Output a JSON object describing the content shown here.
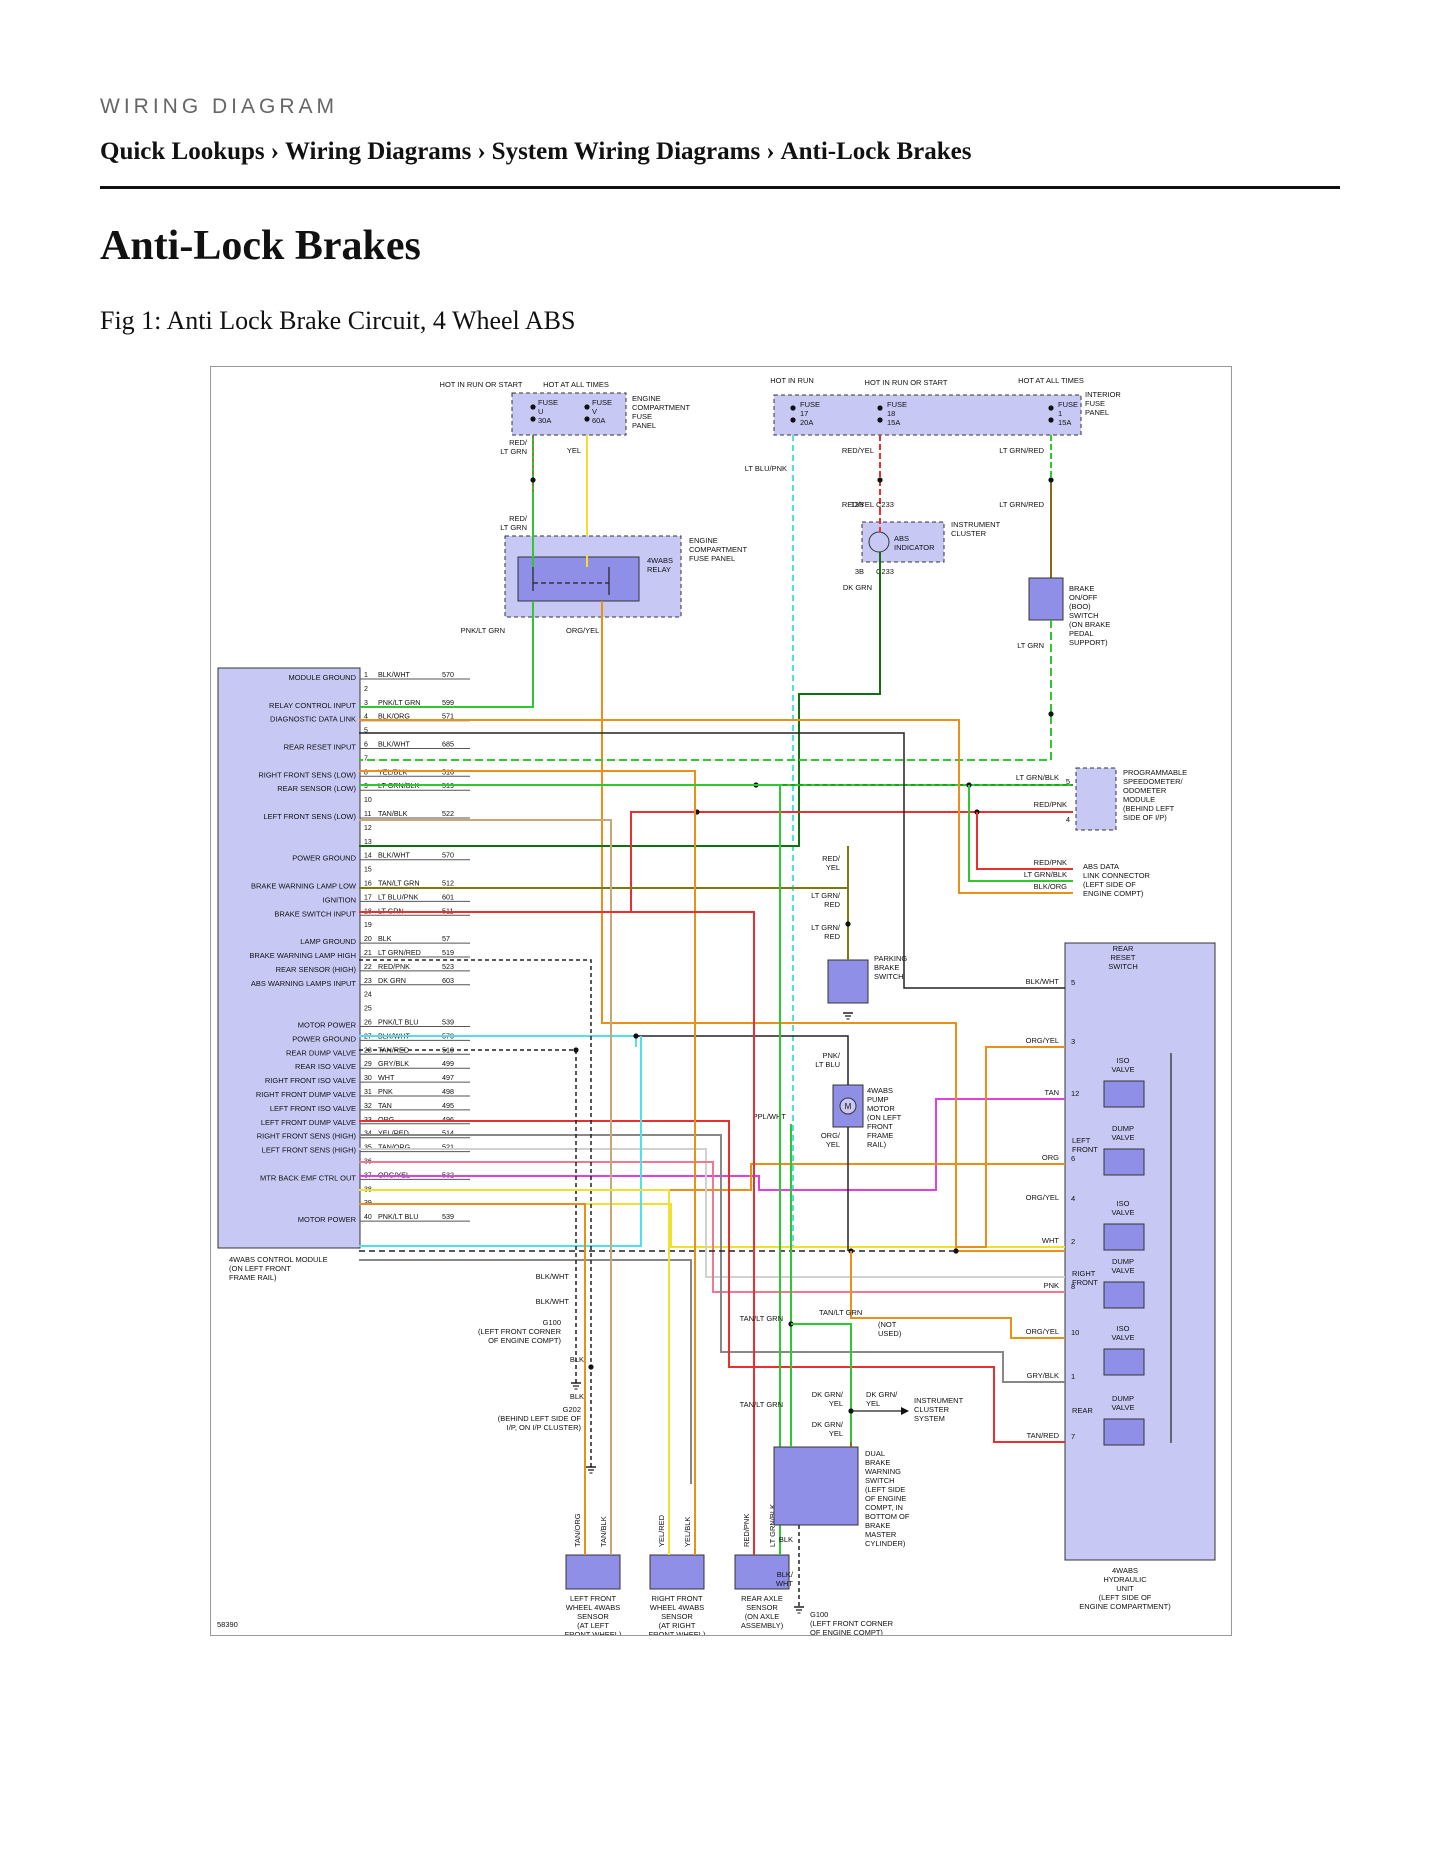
{
  "header": {
    "kicker": "WIRING DIAGRAM",
    "breadcrumb": [
      "Quick Lookups",
      "Wiring Diagrams",
      "System Wiring Diagrams",
      "Anti-Lock Brakes"
    ],
    "separator": "›"
  },
  "page_title": "Anti-Lock Brakes",
  "figure_caption": "Fig 1: Anti Lock Brake Circuit, 4 Wheel ABS",
  "figure_number": "58390",
  "colors": {
    "component_fill": "#c8c8f5",
    "component_dark": "#8f8fe8",
    "wire_red": "#e83030",
    "wire_yellow": "#f0e030",
    "wire_green": "#30c830",
    "wire_dkgreen": "#107010",
    "wire_cyan": "#50e0e8",
    "wire_orange": "#e89018",
    "wire_tan": "#c8a878",
    "wire_magenta": "#e040e0",
    "wire_black": "#222222",
    "wire_gray": "#888888",
    "wire_pink": "#f07890"
  },
  "fuse_panels": {
    "engine": {
      "hot_labels": [
        "HOT IN RUN OR START",
        "HOT AT ALL TIMES"
      ],
      "fuses": [
        {
          "name": "FUSE",
          "id": "U",
          "amps": "30A"
        },
        {
          "name": "FUSE",
          "id": "V",
          "amps": "60A"
        }
      ],
      "label": [
        "ENGINE",
        "COMPARTMENT",
        "FUSE",
        "PANEL"
      ]
    },
    "interior": {
      "hot_labels": [
        "HOT IN RUN",
        "HOT IN RUN OR START",
        "HOT AT ALL TIMES"
      ],
      "fuses": [
        {
          "name": "FUSE",
          "id": "17",
          "amps": "20A"
        },
        {
          "name": "FUSE",
          "id": "18",
          "amps": "15A"
        },
        {
          "name": "FUSE",
          "id": "1",
          "amps": "15A"
        }
      ],
      "label": [
        "INTERIOR",
        "FUSE",
        "PANEL"
      ]
    }
  },
  "module": {
    "label": [
      "4WABS CONTROL MODULE",
      "(ON LEFT FRONT",
      "FRAME RAIL)"
    ],
    "pins": [
      {
        "pin": "1",
        "function": "MODULE GROUND",
        "color": "BLK/WHT",
        "circuit": "570"
      },
      {
        "pin": "2",
        "function": "",
        "color": "",
        "circuit": ""
      },
      {
        "pin": "3",
        "function": "RELAY CONTROL INPUT",
        "color": "PNK/LT GRN",
        "circuit": "599"
      },
      {
        "pin": "4",
        "function": "DIAGNOSTIC DATA LINK",
        "color": "BLK/ORG",
        "circuit": "571"
      },
      {
        "pin": "5",
        "function": "",
        "color": "",
        "circuit": ""
      },
      {
        "pin": "6",
        "function": "REAR RESET INPUT",
        "color": "BLK/WHT",
        "circuit": "685"
      },
      {
        "pin": "7",
        "function": "",
        "color": "",
        "circuit": ""
      },
      {
        "pin": "8",
        "function": "RIGHT FRONT SENS (LOW)",
        "color": "YEL/BLK",
        "circuit": "516"
      },
      {
        "pin": "9",
        "function": "REAR SENSOR (LOW)",
        "color": "LT GRN/BLK",
        "circuit": "519"
      },
      {
        "pin": "10",
        "function": "",
        "color": "",
        "circuit": ""
      },
      {
        "pin": "11",
        "function": "LEFT FRONT SENS (LOW)",
        "color": "TAN/BLK",
        "circuit": "522"
      },
      {
        "pin": "12",
        "function": "",
        "color": "",
        "circuit": ""
      },
      {
        "pin": "13",
        "function": "",
        "color": "",
        "circuit": ""
      },
      {
        "pin": "14",
        "function": "POWER GROUND",
        "color": "BLK/WHT",
        "circuit": "570"
      },
      {
        "pin": "15",
        "function": "",
        "color": "",
        "circuit": ""
      },
      {
        "pin": "16",
        "function": "BRAKE WARNING LAMP LOW",
        "color": "TAN/LT GRN",
        "circuit": "512"
      },
      {
        "pin": "17",
        "function": "IGNITION",
        "color": "LT BLU/PNK",
        "circuit": "601"
      },
      {
        "pin": "18",
        "function": "BRAKE SWITCH INPUT",
        "color": "LT GRN",
        "circuit": "511"
      },
      {
        "pin": "19",
        "function": "",
        "color": "",
        "circuit": ""
      },
      {
        "pin": "20",
        "function": "LAMP GROUND",
        "color": "BLK",
        "circuit": "57"
      },
      {
        "pin": "21",
        "function": "BRAKE WARNING LAMP HIGH",
        "color": "LT GRN/RED",
        "circuit": "519"
      },
      {
        "pin": "22",
        "function": "REAR SENSOR (HIGH)",
        "color": "RED/PNK",
        "circuit": "523"
      },
      {
        "pin": "23",
        "function": "ABS WARNING LAMPS INPUT",
        "color": "DK GRN",
        "circuit": "603"
      },
      {
        "pin": "24",
        "function": "",
        "color": "",
        "circuit": ""
      },
      {
        "pin": "25",
        "function": "",
        "color": "",
        "circuit": ""
      },
      {
        "pin": "26",
        "function": "MOTOR POWER",
        "color": "PNK/LT BLU",
        "circuit": "539"
      },
      {
        "pin": "27",
        "function": "POWER GROUND",
        "color": "BLK/WHT",
        "circuit": "570"
      },
      {
        "pin": "28",
        "function": "REAR DUMP VALVE",
        "color": "TAN/RED",
        "circuit": "510"
      },
      {
        "pin": "29",
        "function": "REAR ISO VALVE",
        "color": "GRY/BLK",
        "circuit": "499"
      },
      {
        "pin": "30",
        "function": "RIGHT FRONT ISO VALVE",
        "color": "WHT",
        "circuit": "497"
      },
      {
        "pin": "31",
        "function": "RIGHT FRONT DUMP VALVE",
        "color": "PNK",
        "circuit": "498"
      },
      {
        "pin": "32",
        "function": "LEFT FRONT ISO VALVE",
        "color": "TAN",
        "circuit": "495"
      },
      {
        "pin": "33",
        "function": "LEFT FRONT DUMP VALVE",
        "color": "ORG",
        "circuit": "496"
      },
      {
        "pin": "34",
        "function": "RIGHT FRONT SENS (HIGH)",
        "color": "YEL/RED",
        "circuit": "514"
      },
      {
        "pin": "35",
        "function": "LEFT FRONT SENS (HIGH)",
        "color": "TAN/ORG",
        "circuit": "521"
      },
      {
        "pin": "36",
        "function": "",
        "color": "",
        "circuit": ""
      },
      {
        "pin": "37",
        "function": "MTR BACK EMF CTRL OUT",
        "color": "ORG/YEL",
        "circuit": "532"
      },
      {
        "pin": "38",
        "function": "",
        "color": "",
        "circuit": ""
      },
      {
        "pin": "39",
        "function": "",
        "color": "",
        "circuit": ""
      },
      {
        "pin": "40",
        "function": "MOTOR POWER",
        "color": "PNK/LT BLU",
        "circuit": "539"
      }
    ]
  },
  "relay": {
    "label": [
      "4WABS",
      "RELAY"
    ],
    "panel_label": [
      "ENGINE",
      "COMPARTMENT",
      "FUSE PANEL"
    ]
  },
  "cluster": {
    "connector_top": "13B",
    "connector_bot": "3B",
    "connector": "C233",
    "indicator": [
      "ABS",
      "INDICATOR"
    ],
    "label": [
      "INSTRUMENT",
      "CLUSTER"
    ]
  },
  "boo_switch": {
    "label": [
      "BRAKE",
      "ON/OFF",
      "(BOO)",
      "SWITCH",
      "(ON BRAKE",
      "PEDAL",
      "SUPPORT)"
    ]
  },
  "pssm": {
    "pins": [
      "5",
      "4"
    ],
    "label": [
      "PROGRAMMABLE",
      "SPEEDOMETER/",
      "ODOMETER",
      "MODULE",
      "(BEHIND LEFT",
      "SIDE OF I/P)"
    ]
  },
  "data_link": {
    "label": [
      "ABS DATA",
      "LINK CONNECTOR",
      "(LEFT SIDE OF",
      "ENGINE COMPT)"
    ]
  },
  "parking_switch": {
    "label": [
      "PARKING",
      "BRAKE",
      "SWITCH"
    ]
  },
  "pump_motor": {
    "symbol": "M",
    "label": [
      "4WABS",
      "PUMP",
      "MOTOR",
      "(ON LEFT",
      "FRONT",
      "FRAME",
      "RAIL)"
    ]
  },
  "hydraulic_unit": {
    "label": [
      "4WABS",
      "HYDRAULIC",
      "UNIT",
      "(LEFT SIDE OF",
      "ENGINE COMPARTMENT)"
    ],
    "reset_switch": [
      "REAR",
      "RESET",
      "SWITCH"
    ],
    "pins": [
      {
        "pin": "5",
        "wire": "BLK/WHT"
      },
      {
        "pin": "3",
        "wire": "ORG/YEL"
      },
      {
        "pin": "12",
        "wire": "TAN"
      },
      {
        "pin": "6",
        "wire": "ORG"
      },
      {
        "pin": "4",
        "wire": "ORG/YEL"
      },
      {
        "pin": "2",
        "wire": "WHT"
      },
      {
        "pin": "8",
        "wire": "PNK"
      },
      {
        "pin": "10",
        "wire": "ORG/YEL"
      },
      {
        "pin": "1",
        "wire": "GRY/BLK"
      },
      {
        "pin": "7",
        "wire": "TAN/RED"
      }
    ],
    "valves": [
      {
        "name": [
          "ISO",
          "VALVE"
        ],
        "group": ""
      },
      {
        "name": [
          "DUMP",
          "VALVE"
        ],
        "group": [
          "LEFT",
          "FRONT"
        ]
      },
      {
        "name": [
          "ISO",
          "VALVE"
        ],
        "group": ""
      },
      {
        "name": [
          "DUMP",
          "VALVE"
        ],
        "group": [
          "RIGHT",
          "FRONT"
        ]
      },
      {
        "name": [
          "ISO",
          "VALVE"
        ],
        "group": ""
      },
      {
        "name": [
          "DUMP",
          "VALVE"
        ],
        "group": [
          "REAR"
        ]
      }
    ]
  },
  "sensors": [
    {
      "wires": [
        "TAN/ORG",
        "TAN/BLK"
      ],
      "label": [
        "LEFT FRONT",
        "WHEEL 4WABS",
        "SENSOR",
        "(AT LEFT",
        "FRONT WHEEL)"
      ]
    },
    {
      "wires": [
        "YEL/RED",
        "YEL/BLK"
      ],
      "label": [
        "RIGHT FRONT",
        "WHEEL 4WABS",
        "SENSOR",
        "(AT RIGHT",
        "FRONT WHEEL)"
      ]
    },
    {
      "wires": [
        "RED/PNK",
        "LT GRN/BLK"
      ],
      "label": [
        "REAR AXLE",
        "SENSOR",
        "(ON AXLE",
        "ASSEMBLY)"
      ]
    }
  ],
  "dual_switch": {
    "label": [
      "DUAL",
      "BRAKE",
      "WARNING",
      "SWITCH",
      "(LEFT SIDE",
      "OF ENGINE",
      "COMPT, IN",
      "BOTTOM OF",
      "BRAKE",
      "MASTER",
      "CYLINDER)"
    ]
  },
  "grounds": {
    "g100_left": [
      "G100",
      "(LEFT FRONT CORNER",
      "OF ENGINE COMPT)"
    ],
    "g202": [
      "G202",
      "(BEHIND LEFT SIDE OF",
      "I/P, ON I/P CLUSTER)"
    ],
    "g100_bottom": [
      "G100",
      "(LEFT FRONT CORNER",
      "OF ENGINE COMPT)"
    ]
  },
  "not_used": [
    "(NOT",
    "USED)"
  ],
  "cluster_system": [
    "INSTRUMENT",
    "CLUSTER",
    "SYSTEM"
  ],
  "wire_labels": {
    "red_ltgrn": [
      "RED/",
      "LT GRN"
    ],
    "yel": "YEL",
    "lt_blu_pnk": "LT BLU/PNK",
    "red_yel": "RED/YEL",
    "lt_grn_red": "LT GRN/RED",
    "dk_grn": "DK GRN",
    "lt_grn": "LT GRN",
    "pnk_lt_grn": "PNK/LT GRN",
    "org_yel": "ORG/YEL",
    "lt_grn_blk": "LT GRN/BLK",
    "red_pnk": "RED/PNK",
    "blk_org": "BLK/ORG",
    "red_yel_2": [
      "RED/",
      "YEL"
    ],
    "lt_grn_red_2": [
      "LT GRN/",
      "RED"
    ],
    "blk_wht": "BLK/WHT",
    "pnk_lt_blu": [
      "PNK/",
      "LT BLU"
    ],
    "ppl_wht": "PPL/WHT",
    "org_yel_2": [
      "ORG/",
      "YEL"
    ],
    "tan": "TAN",
    "org": "ORG",
    "wht": "WHT",
    "pnk": "PNK",
    "gry_blk": "GRY/BLK",
    "tan_red": "TAN/RED",
    "tan_lt_grn": "TAN/LT GRN",
    "dk_grn_yel": [
      "DK GRN/",
      "YEL"
    ],
    "blk": "BLK",
    "blk_wht_2": [
      "BLK/",
      "WHT"
    ]
  }
}
